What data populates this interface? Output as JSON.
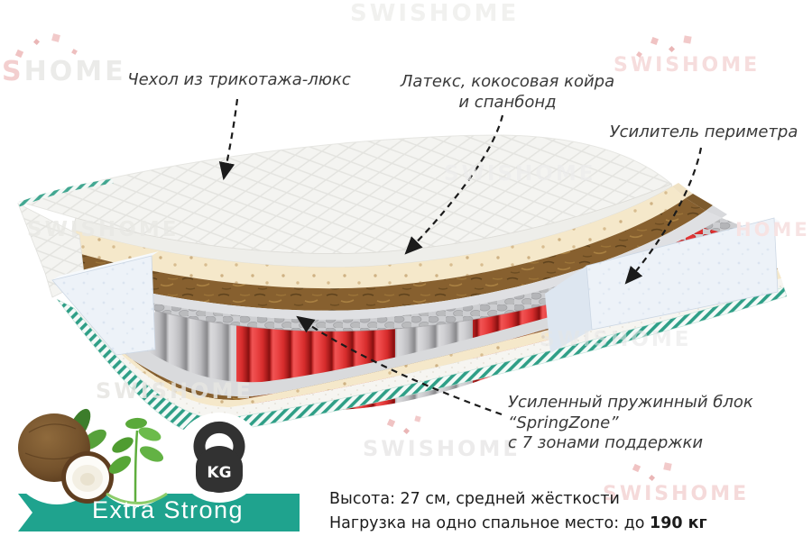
{
  "annotations": {
    "cover": "Чехол из трикотажа-люкс",
    "latex_line1": "Латекс, кокосовая койра",
    "latex_line2": "и спанбонд",
    "perimeter": "Усилитель периметра",
    "springs_line1": "Усиленный пружинный блок “SpringZone”",
    "springs_line2": "с 7 зонами поддержки"
  },
  "specs": {
    "height": "Высота: 27 см, средней жёсткости",
    "load_prefix": "Нагрузка на одно спальное место: до ",
    "load_value": "190 кг"
  },
  "badge": {
    "label": "Extra Strong",
    "kg": "KG",
    "accent_color": "#1fa38e"
  },
  "icons": {
    "coconut": "coconut-icon",
    "leaves": "leaves-icon",
    "kettlebell": "kettlebell-icon"
  },
  "watermark": {
    "brand": "SWISHOME",
    "partial_s": "S",
    "partial_home": "HOME"
  },
  "colors": {
    "accent_teal": "#1fa38e",
    "spring_red": "#e02c2c",
    "spring_gray": "#c7c7ca",
    "coir_brown": "#87602f",
    "latex_cream": "#f5e8ca",
    "foam_white_blue": "#edf2f8",
    "kettlebell_dark": "#323232",
    "leaf_green": "#5aa93a"
  }
}
